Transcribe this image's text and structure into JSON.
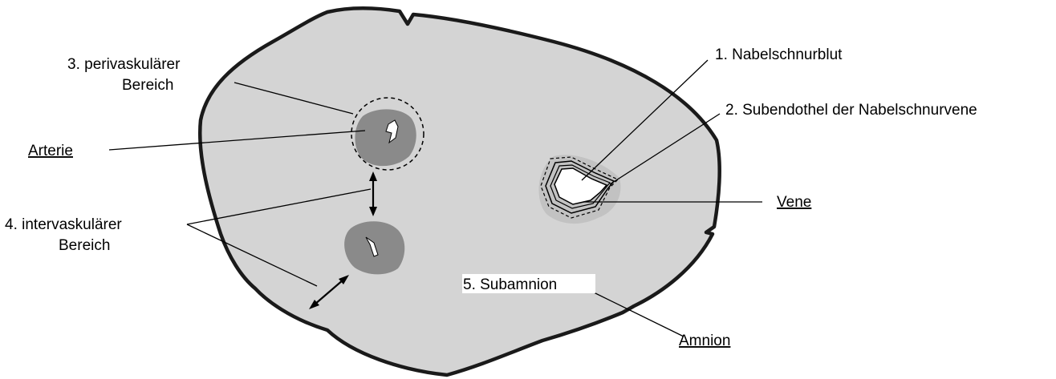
{
  "labels": {
    "perivascular_line1": "3. perivaskulärer",
    "perivascular_line2": "Bereich",
    "artery": "Arterie",
    "intervascular_line1": "4. intervaskulärer",
    "intervascular_line2": "Bereich",
    "cord_blood": "1. Nabelschnurblut",
    "subendothelium": "2. Subendothel der Nabelschnurvene",
    "vein": "Vene",
    "subamnion": "5. Subamnion",
    "amnion": "Amnion"
  },
  "colors": {
    "cord_fill": "#d4d4d4",
    "cord_outline": "#1a1a1a",
    "artery_fill": "#8a8a8a",
    "vein_halo": "#c2c2c2",
    "lumen": "#ffffff",
    "line": "#000000"
  }
}
